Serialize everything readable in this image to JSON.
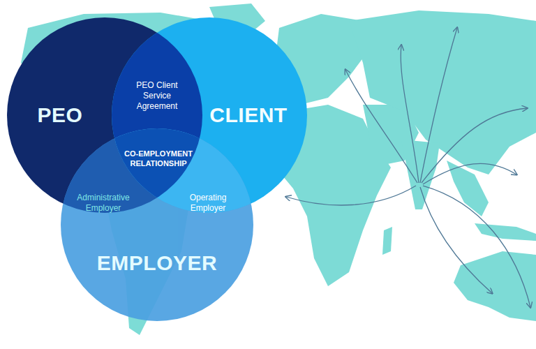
{
  "diagram": {
    "nodes": [
      {
        "text": [
          "PEO"
        ]
      },
      {
        "text": [
          "CLIENT"
        ]
      },
      {
        "text": [
          "EMPLOYER"
        ]
      }
    ],
    "labels": [
      "PEO Client Service Agreement",
      "CO-EMPLOYMENT RELATIONSHIP",
      "Administrative Employer",
      "Operating Employer"
    ]
  }
}
